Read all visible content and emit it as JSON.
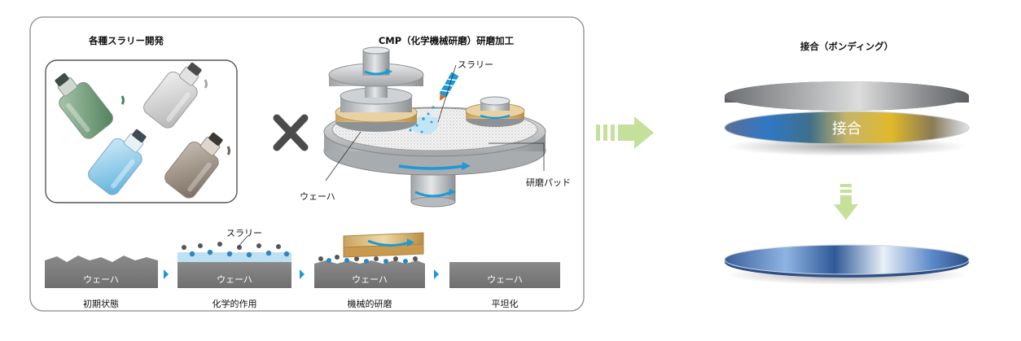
{
  "slurry_dev": {
    "title": "各種スラリー開発"
  },
  "cmp": {
    "title": "CMP（化学機械研磨）研磨加工",
    "slurry_label": "スラリー",
    "wafer_label": "ウェーハ",
    "pad_label": "研磨パッド"
  },
  "process": {
    "slurry_label": "スラリー",
    "steps": [
      {
        "caption": "初期状態",
        "wafer": "ウェーハ"
      },
      {
        "caption": "化学的作用",
        "wafer": "ウェーハ"
      },
      {
        "caption": "機械的研磨",
        "wafer": "ウェーハ"
      },
      {
        "caption": "平坦化",
        "wafer": "ウェーハ"
      }
    ]
  },
  "bonding": {
    "title": "接合（ボンディング）",
    "bond_text": "接合"
  },
  "icons": {
    "multiply": "multiply-icon",
    "arrow_right": "arrow-right-icon",
    "arrow_down": "arrow-down-icon"
  },
  "colors": {
    "accent_blue": "#29a3dc",
    "arrow_green": "#c4e09a",
    "step_arrow": "#1a9ad6"
  }
}
